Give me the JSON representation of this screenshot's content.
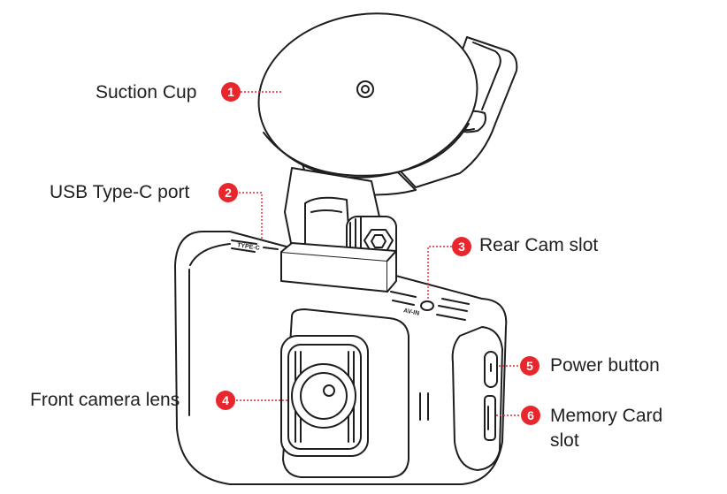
{
  "accent_color": "#e8262b",
  "callouts": [
    {
      "number": "1",
      "label": "Suction Cup"
    },
    {
      "number": "2",
      "label": "USB Type-C port"
    },
    {
      "number": "3",
      "label": "Rear Cam slot"
    },
    {
      "number": "4",
      "label": "Front camera lens"
    },
    {
      "number": "5",
      "label": "Power button"
    },
    {
      "number": "6",
      "label": "Memory Card",
      "label_line2": "slot"
    }
  ],
  "device_markings": {
    "usb_port": "TYPE-C",
    "rear_port": "AV-IN"
  }
}
